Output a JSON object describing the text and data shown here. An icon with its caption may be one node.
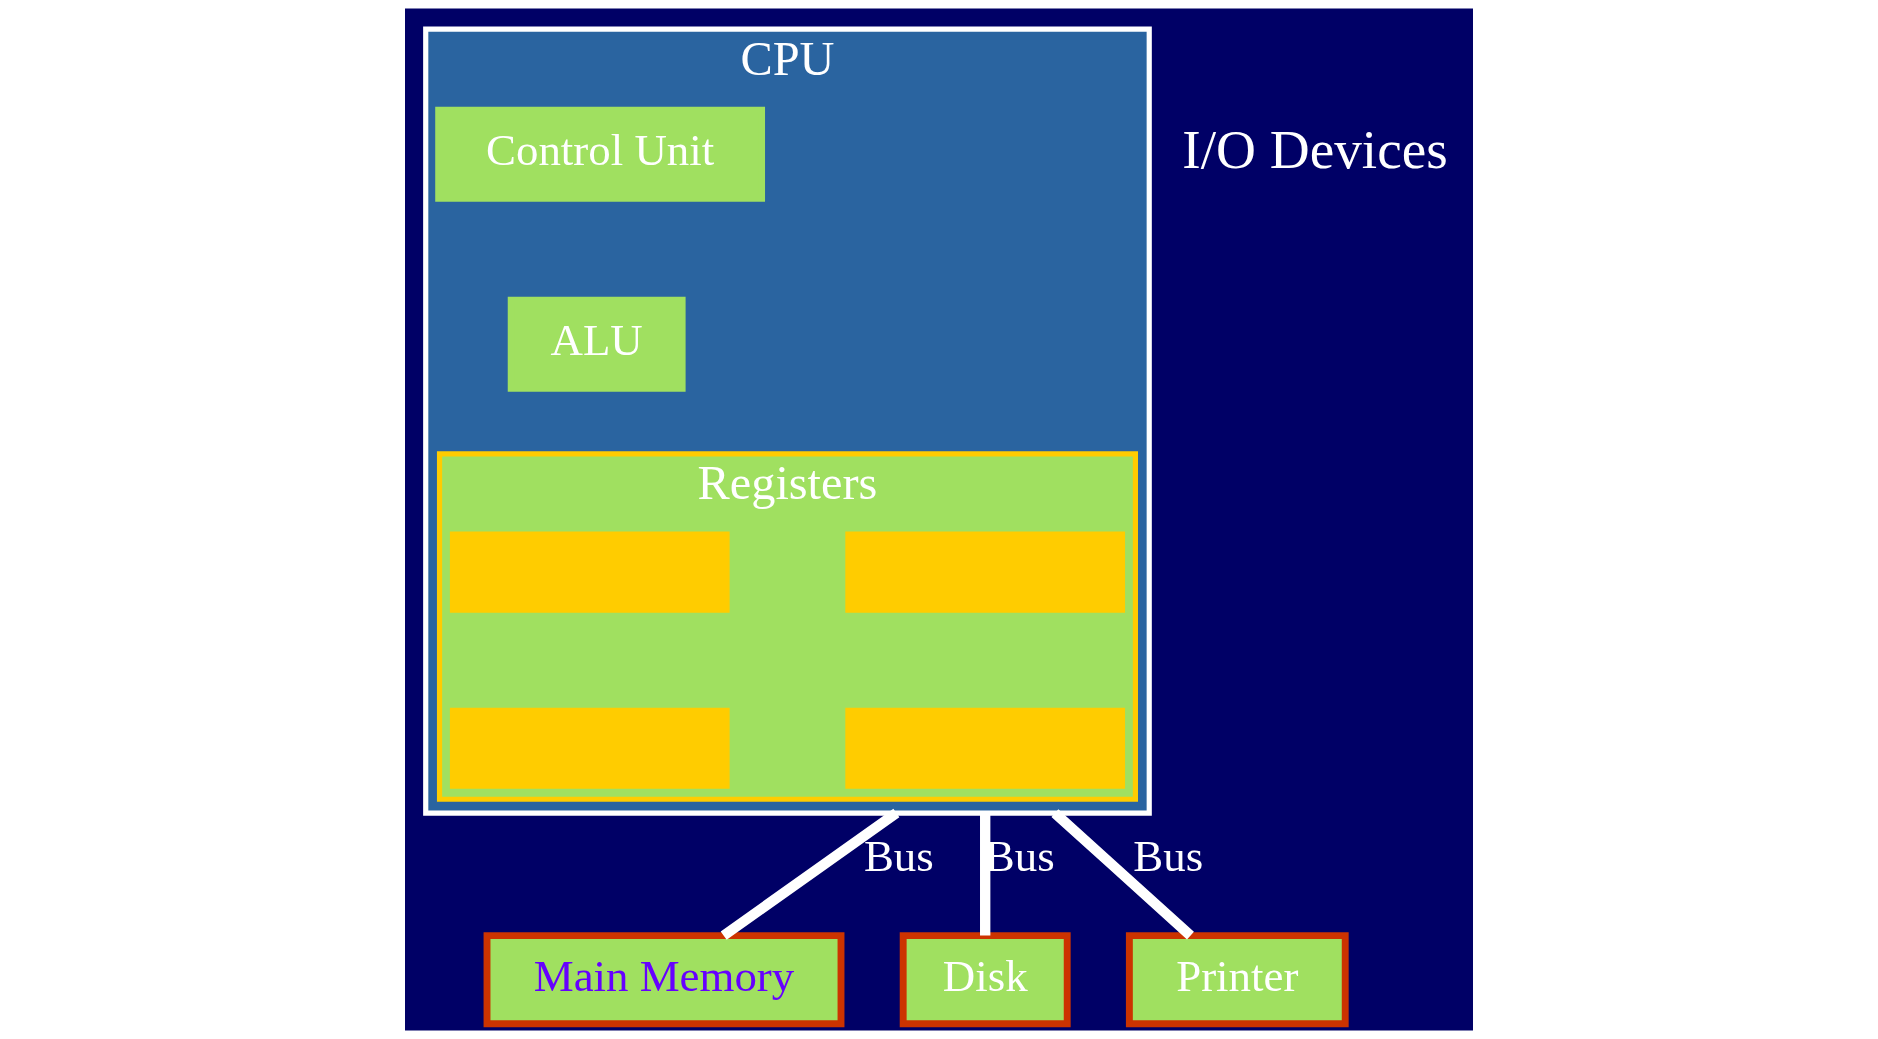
{
  "diagram": {
    "nodes": [
      {
        "text": [
          "CPU"
        ]
      },
      {
        "text": [
          "Control Unit"
        ],
        "in": 0
      },
      {
        "text": [
          "ALU"
        ],
        "in": 0
      },
      {
        "text": [
          "Registers"
        ],
        "in": 0
      },
      {
        "text": [],
        "shape": "box",
        "in": 3
      },
      {
        "text": [],
        "shape": "box",
        "in": 3
      },
      {
        "text": [],
        "shape": "box",
        "in": 3
      },
      {
        "text": [],
        "shape": "box",
        "in": 3
      },
      {
        "text": [
          "Main Memory"
        ]
      },
      {
        "text": [
          "Disk"
        ]
      },
      {
        "text": [
          "Printer"
        ]
      }
    ],
    "edges": [
      {
        "from": 0,
        "to": 8,
        "arrow": "none",
        "label": "Bus"
      },
      {
        "from": 0,
        "to": 9,
        "arrow": "none",
        "label": "Bus"
      },
      {
        "from": 0,
        "to": 10,
        "arrow": "none",
        "label": "Bus"
      }
    ],
    "labels": [
      "I/O Devices"
    ]
  }
}
